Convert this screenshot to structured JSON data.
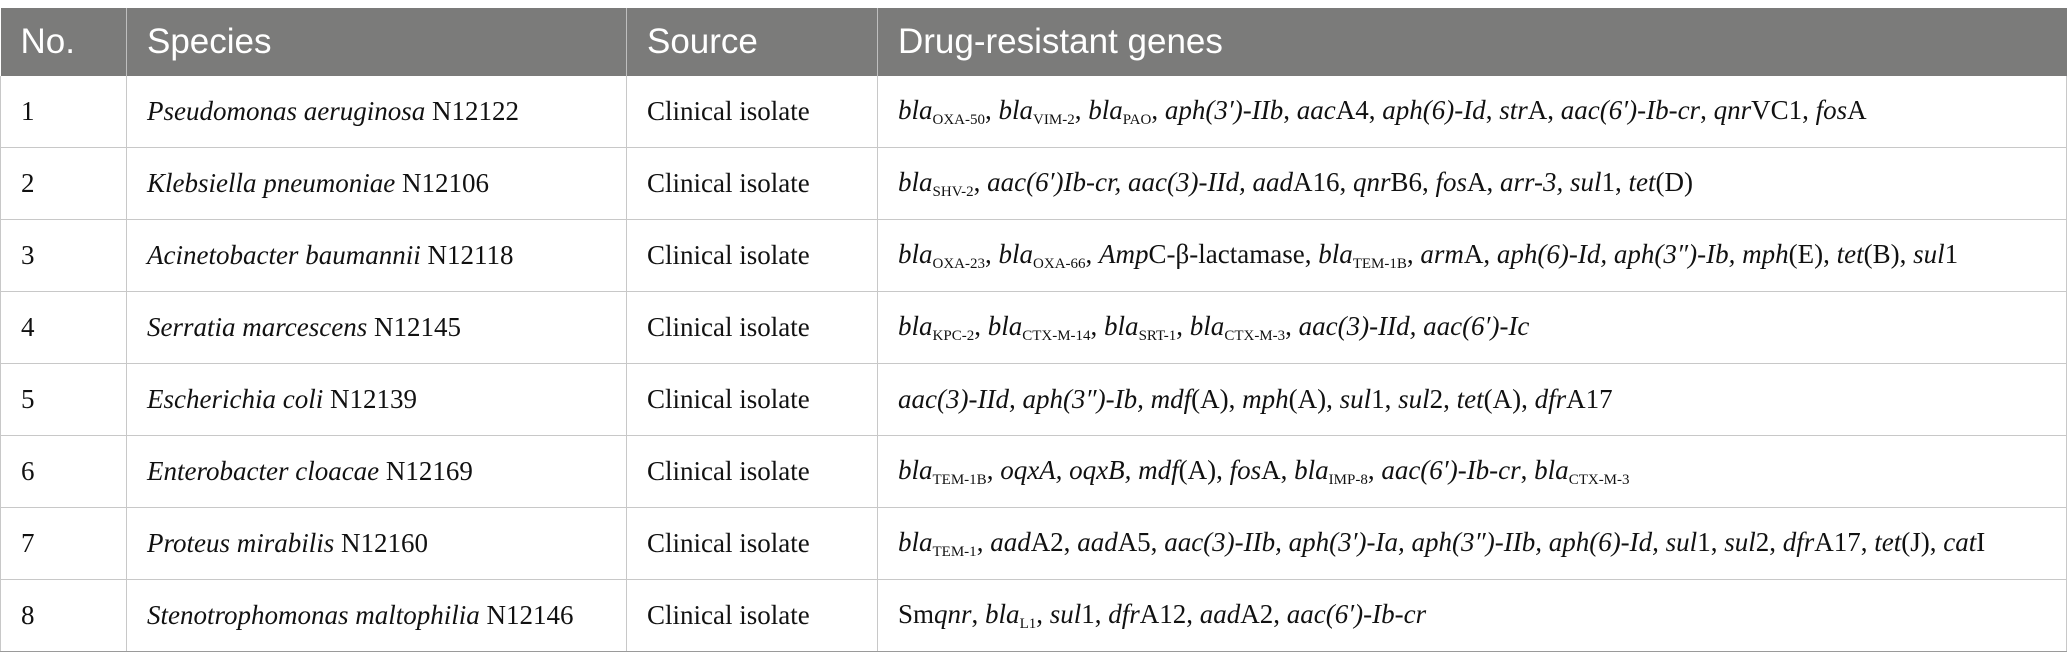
{
  "table": {
    "headers": [
      "No.",
      "Species",
      "Source",
      "Drug-resistant genes"
    ],
    "rows": [
      {
        "no": "1",
        "species": [
          {
            "t": "Pseudomonas aeruginosa",
            "s": "i"
          },
          {
            "t": " N12122"
          }
        ],
        "source": "Clinical isolate",
        "genes": [
          {
            "t": "bla",
            "s": "i"
          },
          {
            "t": "OXA-50",
            "s": "sub"
          },
          {
            "t": ", "
          },
          {
            "t": "bla",
            "s": "i"
          },
          {
            "t": "VIM-2",
            "s": "sub"
          },
          {
            "t": ", "
          },
          {
            "t": "bla",
            "s": "i"
          },
          {
            "t": "PAO",
            "s": "sub"
          },
          {
            "t": ", "
          },
          {
            "t": "aph(3′)-IIb",
            "s": "i"
          },
          {
            "t": ", "
          },
          {
            "t": "aac",
            "s": "i"
          },
          {
            "t": "A4, "
          },
          {
            "t": "aph(6)-Id",
            "s": "i"
          },
          {
            "t": ", "
          },
          {
            "t": "str",
            "s": "i"
          },
          {
            "t": "A, "
          },
          {
            "t": "aac(6′)-Ib-cr",
            "s": "i"
          },
          {
            "t": ", "
          },
          {
            "t": "qnr",
            "s": "i"
          },
          {
            "t": "VC1, "
          },
          {
            "t": "fos",
            "s": "i"
          },
          {
            "t": "A"
          }
        ]
      },
      {
        "no": "2",
        "species": [
          {
            "t": "Klebsiella pneumoniae",
            "s": "i"
          },
          {
            "t": " N12106"
          }
        ],
        "source": "Clinical isolate",
        "genes": [
          {
            "t": "bla",
            "s": "i"
          },
          {
            "t": "SHV-2",
            "s": "sub"
          },
          {
            "t": ", "
          },
          {
            "t": "aac(6′)Ib-cr, aac(3)-IId, aad",
            "s": "i"
          },
          {
            "t": "A16, "
          },
          {
            "t": "qnr",
            "s": "i"
          },
          {
            "t": "B6, "
          },
          {
            "t": "fos",
            "s": "i"
          },
          {
            "t": "A, "
          },
          {
            "t": "arr-3, sul",
            "s": "i"
          },
          {
            "t": "1, "
          },
          {
            "t": "tet",
            "s": "i"
          },
          {
            "t": "(D)"
          }
        ]
      },
      {
        "no": "3",
        "species": [
          {
            "t": "Acinetobacter baumannii",
            "s": "i"
          },
          {
            "t": " N12118"
          }
        ],
        "source": "Clinical isolate",
        "genes": [
          {
            "t": "bla",
            "s": "i"
          },
          {
            "t": "OXA-23",
            "s": "sub"
          },
          {
            "t": ", "
          },
          {
            "t": "bla",
            "s": "i"
          },
          {
            "t": "OXA-66",
            "s": "sub"
          },
          {
            "t": ", "
          },
          {
            "t": "Amp",
            "s": "i"
          },
          {
            "t": "C-β-lactamase, "
          },
          {
            "t": "bla",
            "s": "i"
          },
          {
            "t": "TEM-1B",
            "s": "sub"
          },
          {
            "t": ", "
          },
          {
            "t": "arm",
            "s": "i"
          },
          {
            "t": "A, "
          },
          {
            "t": "aph(6)-Id, aph(3″)-Ib, mph",
            "s": "i"
          },
          {
            "t": "(E), "
          },
          {
            "t": "tet",
            "s": "i"
          },
          {
            "t": "(B), "
          },
          {
            "t": "sul",
            "s": "i"
          },
          {
            "t": "1"
          }
        ]
      },
      {
        "no": "4",
        "species": [
          {
            "t": "Serratia marcescens",
            "s": "i"
          },
          {
            "t": " N12145"
          }
        ],
        "source": "Clinical isolate",
        "genes": [
          {
            "t": "bla",
            "s": "i"
          },
          {
            "t": "KPC-2",
            "s": "sub"
          },
          {
            "t": ", "
          },
          {
            "t": "bla",
            "s": "i"
          },
          {
            "t": "CTX-M-14",
            "s": "sub"
          },
          {
            "t": ", "
          },
          {
            "t": "bla",
            "s": "i"
          },
          {
            "t": "SRT-1",
            "s": "sub"
          },
          {
            "t": ", "
          },
          {
            "t": "bla",
            "s": "i"
          },
          {
            "t": "CTX-M-3",
            "s": "sub"
          },
          {
            "t": ", "
          },
          {
            "t": "aac(3)-IId, aac(6′)-Ic",
            "s": "i"
          }
        ]
      },
      {
        "no": "5",
        "species": [
          {
            "t": "Escherichia coli",
            "s": "i"
          },
          {
            "t": " N12139"
          }
        ],
        "source": "Clinical isolate",
        "genes": [
          {
            "t": "aac(3)-IId, aph(3″)-Ib, mdf",
            "s": "i"
          },
          {
            "t": "(A), "
          },
          {
            "t": "mph",
            "s": "i"
          },
          {
            "t": "(A), "
          },
          {
            "t": "sul",
            "s": "i"
          },
          {
            "t": "1, "
          },
          {
            "t": "sul",
            "s": "i"
          },
          {
            "t": "2, "
          },
          {
            "t": "tet",
            "s": "i"
          },
          {
            "t": "(A), "
          },
          {
            "t": "dfr",
            "s": "i"
          },
          {
            "t": "A17"
          }
        ]
      },
      {
        "no": "6",
        "species": [
          {
            "t": "Enterobacter cloacae",
            "s": "i"
          },
          {
            "t": " N12169"
          }
        ],
        "source": "Clinical isolate",
        "genes": [
          {
            "t": "bla",
            "s": "i"
          },
          {
            "t": "TEM-1B",
            "s": "sub"
          },
          {
            "t": ", "
          },
          {
            "t": "oqxA, oqxB, mdf",
            "s": "i"
          },
          {
            "t": "(A), "
          },
          {
            "t": "fos",
            "s": "i"
          },
          {
            "t": "A, "
          },
          {
            "t": "bla",
            "s": "i"
          },
          {
            "t": "IMP-8",
            "s": "sub"
          },
          {
            "t": ", "
          },
          {
            "t": "aac(6′)-Ib-cr",
            "s": "i"
          },
          {
            "t": ", "
          },
          {
            "t": "bla",
            "s": "i"
          },
          {
            "t": "CTX-M-3",
            "s": "sub"
          }
        ]
      },
      {
        "no": "7",
        "species": [
          {
            "t": "Proteus mirabilis",
            "s": "i"
          },
          {
            "t": " N12160"
          }
        ],
        "source": "Clinical isolate",
        "genes": [
          {
            "t": "bla",
            "s": "i"
          },
          {
            "t": "TEM-1",
            "s": "sub"
          },
          {
            "t": ", "
          },
          {
            "t": "aad",
            "s": "i"
          },
          {
            "t": "A2, "
          },
          {
            "t": "aad",
            "s": "i"
          },
          {
            "t": "A5, "
          },
          {
            "t": "aac(3)-IIb, aph(3′)-Ia, aph(3″)-IIb, aph(6)-Id, sul",
            "s": "i"
          },
          {
            "t": "1, "
          },
          {
            "t": "sul",
            "s": "i"
          },
          {
            "t": "2, "
          },
          {
            "t": "dfr",
            "s": "i"
          },
          {
            "t": "A17, "
          },
          {
            "t": "tet",
            "s": "i"
          },
          {
            "t": "(J), "
          },
          {
            "t": "cat",
            "s": "i"
          },
          {
            "t": "I"
          }
        ]
      },
      {
        "no": "8",
        "species": [
          {
            "t": "Stenotrophomonas maltophilia",
            "s": "i"
          },
          {
            "t": " N12146"
          }
        ],
        "source": "Clinical isolate",
        "genes": [
          {
            "t": "Sm"
          },
          {
            "t": "qnr",
            "s": "i"
          },
          {
            "t": ", "
          },
          {
            "t": "bla",
            "s": "i"
          },
          {
            "t": "L1",
            "s": "sub"
          },
          {
            "t": ", "
          },
          {
            "t": "sul",
            "s": "i"
          },
          {
            "t": "1, "
          },
          {
            "t": "dfr",
            "s": "i"
          },
          {
            "t": "A12, "
          },
          {
            "t": "aad",
            "s": "i"
          },
          {
            "t": "A2, "
          },
          {
            "t": "aac(6′)-Ib-cr",
            "s": "i"
          }
        ]
      }
    ]
  }
}
